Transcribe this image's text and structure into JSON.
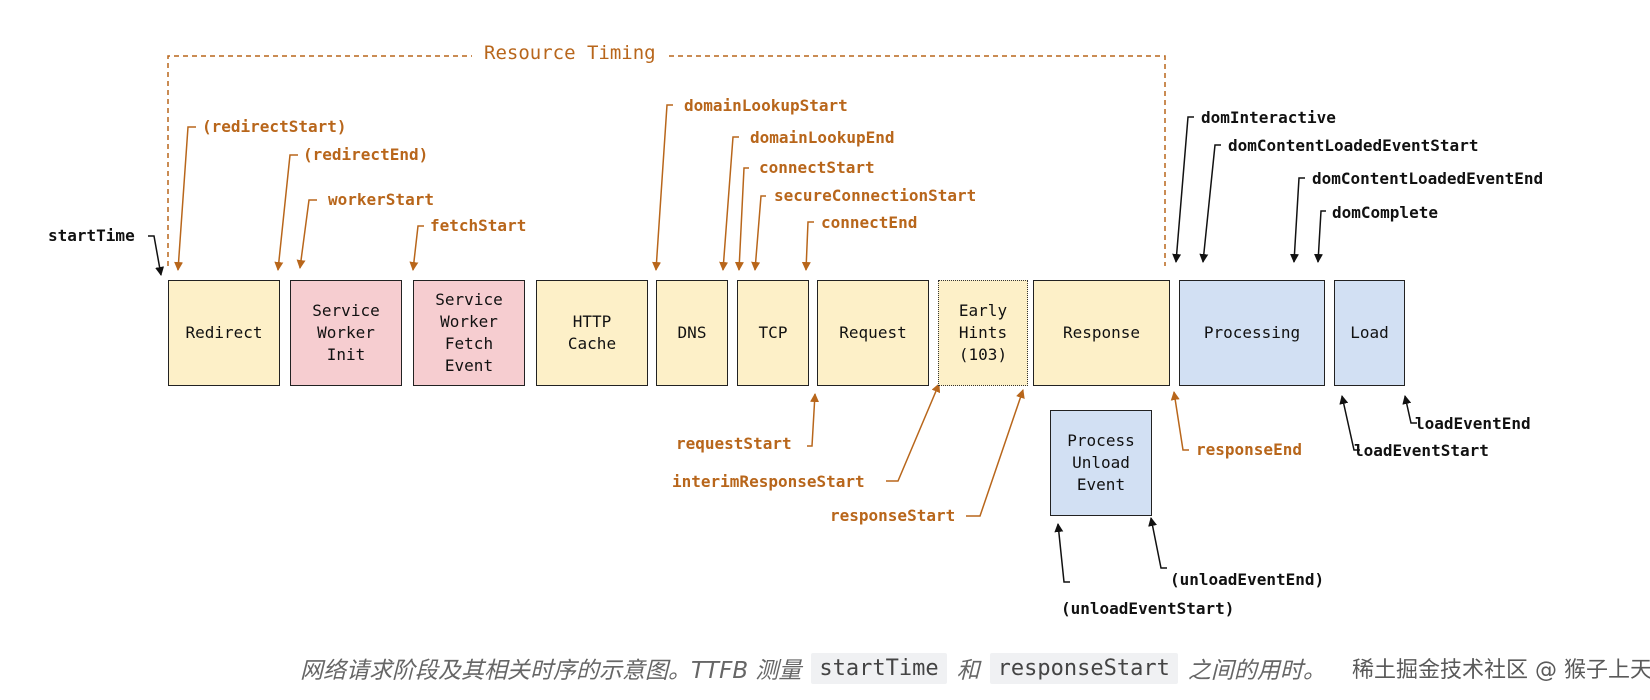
{
  "diagram": {
    "group_title": "Resource Timing",
    "phases": {
      "redirect": "Redirect",
      "service_worker_init": "Service\nWorker\nInit",
      "service_worker_fetch_event": "Service\nWorker\nFetch\nEvent",
      "http_cache": "HTTP\nCache",
      "dns": "DNS",
      "tcp": "TCP",
      "request": "Request",
      "early_hints": "Early\nHints\n(103)",
      "response": "Response",
      "processing": "Processing",
      "load": "Load",
      "process_unload_event": "Process\nUnload\nEvent"
    },
    "markers": {
      "start_time": "startTime",
      "redirect_start": "(redirectStart)",
      "redirect_end": "(redirectEnd)",
      "worker_start": "workerStart",
      "fetch_start": "fetchStart",
      "domain_lookup_start": "domainLookupStart",
      "domain_lookup_end": "domainLookupEnd",
      "connect_start": "connectStart",
      "secure_connection_start": "secureConnectionStart",
      "connect_end": "connectEnd",
      "request_start": "requestStart",
      "interim_response_start": "interimResponseStart",
      "response_start": "responseStart",
      "response_end": "responseEnd",
      "dom_interactive": "domInteractive",
      "dom_content_loaded_event_start": "domContentLoadedEventStart",
      "dom_content_loaded_event_end": "domContentLoadedEventEnd",
      "dom_complete": "domComplete",
      "load_event_start": "loadEventStart",
      "load_event_end": "loadEventEnd",
      "unload_event_start": "(unloadEventStart)",
      "unload_event_end": "(unloadEventEnd)"
    },
    "colors": {
      "resource_timing": "#b8661b",
      "navigation": "#111111",
      "network_phase": "#fdf0c8",
      "service_worker_phase": "#f6cdd0",
      "document_phase": "#d2e0f3"
    }
  },
  "caption": {
    "prefix": "网络请求阶段及其相关时序的示意图。TTFB 测量",
    "code_start": "startTime",
    "middle": "和",
    "code_end": "responseStart",
    "suffix": "之间的用时。"
  },
  "watermark": "稀土掘金技术社区 @ 猴子上天"
}
